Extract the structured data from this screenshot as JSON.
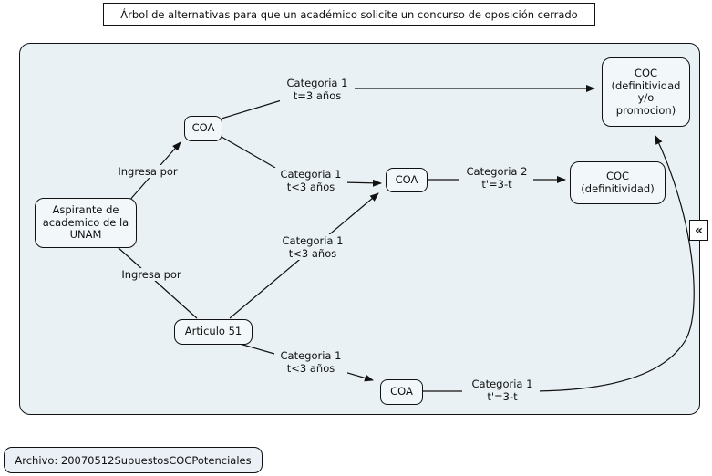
{
  "title": "Árbol de alternativas para que un académico solicite un concurso de oposición cerrado",
  "diagram": {
    "nodes": {
      "aspirante": {
        "label": "Aspirante de\nacademico de la\nUNAM"
      },
      "coa_top": {
        "label": "COA"
      },
      "coa_mid": {
        "label": "COA"
      },
      "coa_bottom": {
        "label": "COA"
      },
      "articulo51": {
        "label": "Articulo 51"
      },
      "coc_def": {
        "label": "COC\n(definitividad)"
      },
      "coc_main": {
        "label": "COC\n(definitividad\ny/o\npromocion)"
      }
    },
    "edge_labels": {
      "ingresa_coa": "Ingresa por",
      "ingresa_articulo": "Ingresa por",
      "cat1_t3": "Categoria 1\nt=3 años",
      "cat1_lt3_a": "Categoria 1\nt<3 años",
      "cat1_lt3_b": "Categoria 1\nt<3 años",
      "cat1_lt3_c": "Categoria 1\nt<3 años",
      "cat2_t3mt": "Categoria 2\nt'=3-t",
      "cat1_t3mt": "Categoria 1\nt'=3-t"
    },
    "collapse_glyph": "«",
    "colors": {
      "canvas_bg": "#e9f1f4",
      "node_bg": "#f2f7fa",
      "line": "#111111",
      "page_bg": "#ffffff"
    }
  },
  "footer": {
    "label": "Archivo: 20070512SupuestosCOCPotenciales"
  }
}
